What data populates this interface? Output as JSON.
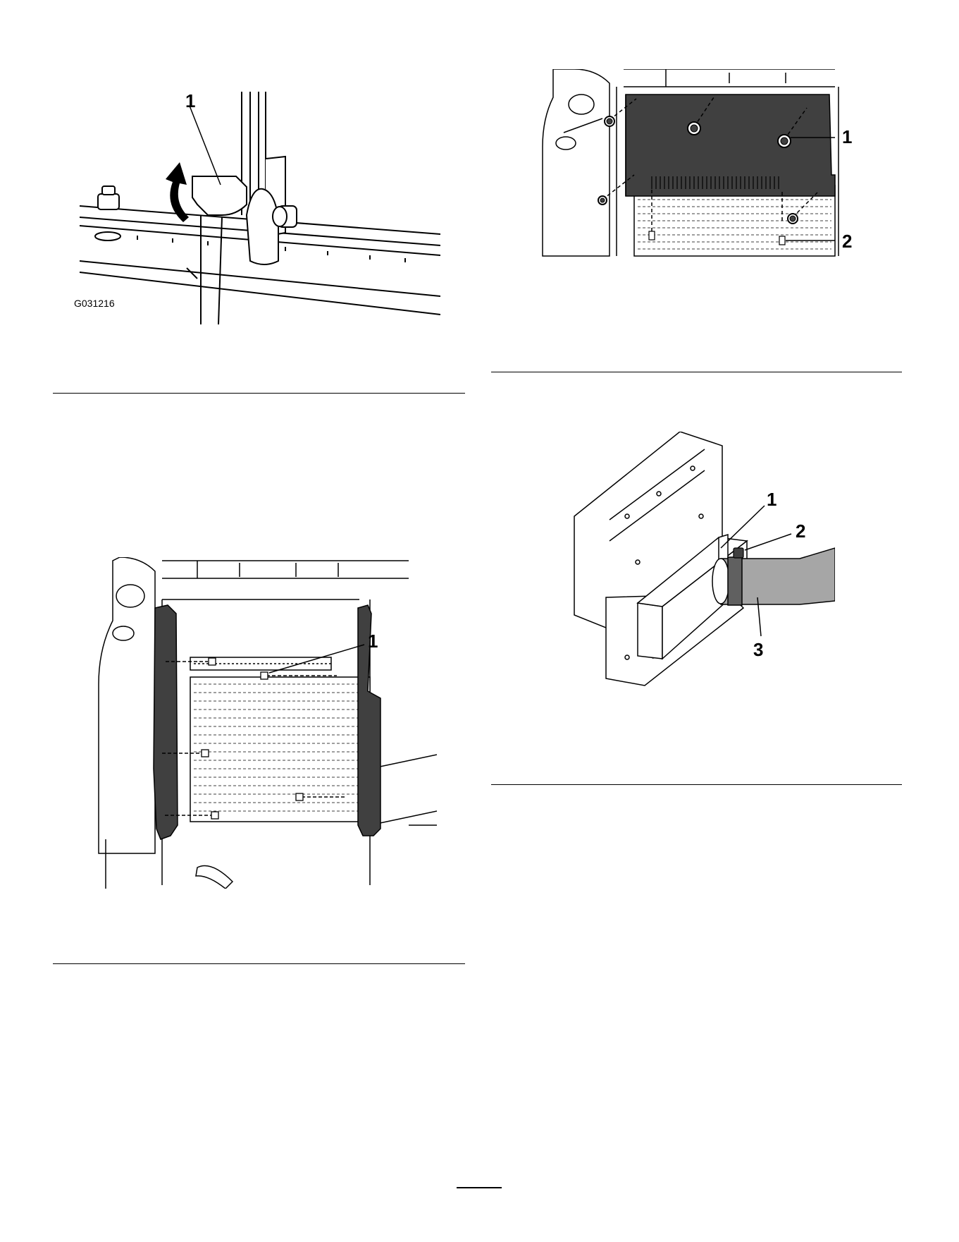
{
  "figures": [
    {
      "id": "fig-a",
      "callouts": [
        "1"
      ],
      "graphic_code": "G031216",
      "arrow": "rotate-up"
    },
    {
      "id": "fig-b",
      "callouts": [
        "1",
        "2"
      ]
    },
    {
      "id": "fig-c",
      "callouts": [
        "1"
      ]
    },
    {
      "id": "fig-d",
      "callouts": [
        "1",
        "2",
        "3"
      ]
    }
  ],
  "colors": {
    "ink": "#000000",
    "panel": "#404040",
    "hose": "#a6a6a6",
    "paper": "#ffffff"
  }
}
